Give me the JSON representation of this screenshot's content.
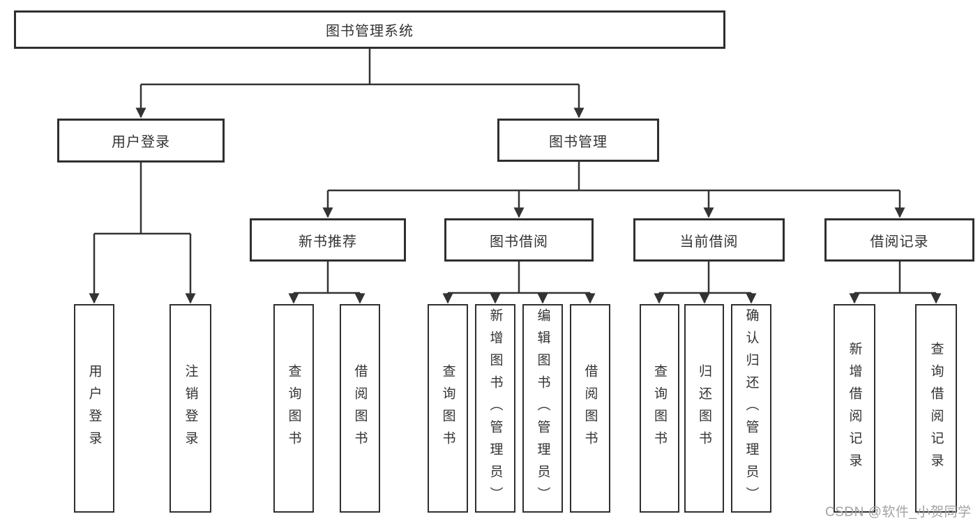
{
  "colors": {
    "line": "#333333",
    "box_border": "#2f2f2f",
    "box_fill": "#ffffff",
    "text": "#333333",
    "watermark": "#a3a3a3"
  },
  "watermark": {
    "text": "CSDN @软件_小贺同学"
  },
  "tree": {
    "label": "图书管理系统",
    "children": [
      {
        "label": "用户登录",
        "children": [
          {
            "label": "用户登录"
          },
          {
            "label": "注销登录"
          }
        ]
      },
      {
        "label": "图书管理",
        "children": [
          {
            "label": "新书推荐",
            "children": [
              {
                "label": "查询图书"
              },
              {
                "label": "借阅图书"
              }
            ]
          },
          {
            "label": "图书借阅",
            "children": [
              {
                "label": "查询图书"
              },
              {
                "label": "新增图书（管理员）"
              },
              {
                "label": "编辑图书（管理员）"
              },
              {
                "label": "借阅图书"
              }
            ]
          },
          {
            "label": "当前借阅",
            "children": [
              {
                "label": "查询图书"
              },
              {
                "label": "归还图书"
              },
              {
                "label": "确认归还（管理员）"
              }
            ]
          },
          {
            "label": "借阅记录",
            "children": [
              {
                "label": "新增借阅记录"
              },
              {
                "label": "查询借阅记录"
              }
            ]
          }
        ]
      }
    ]
  }
}
